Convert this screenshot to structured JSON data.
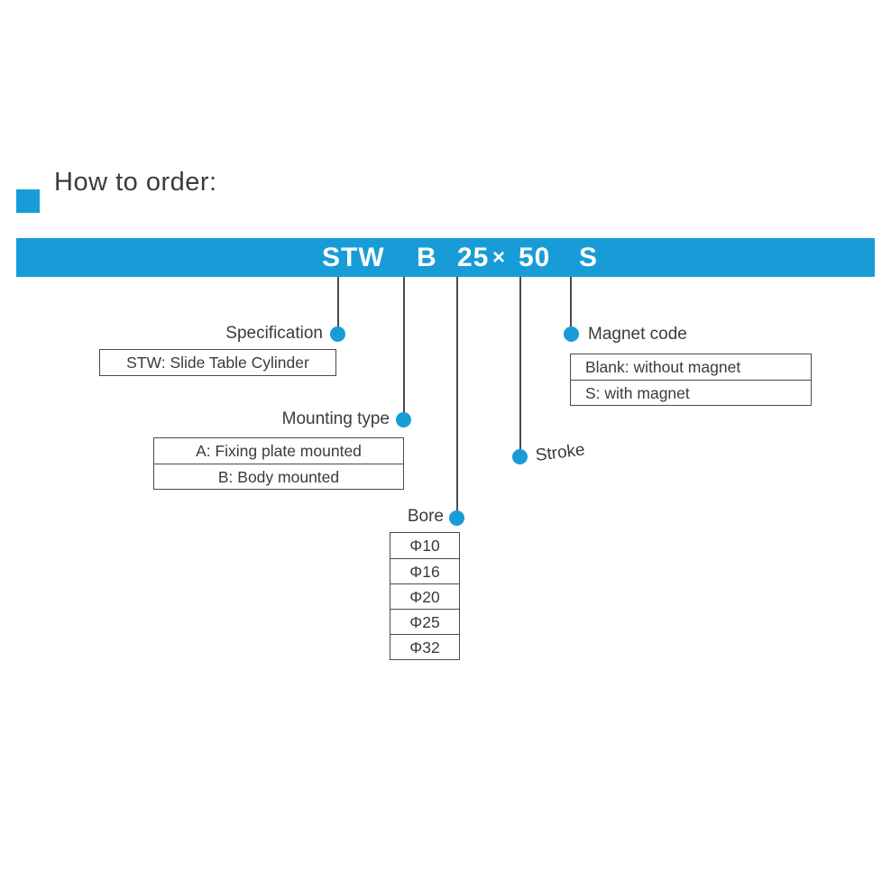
{
  "colors": {
    "accent": "#189cd8",
    "text": "#3b3b3b",
    "bar_text": "#ffffff"
  },
  "title": "How to order:",
  "code_bar": {
    "segments": [
      {
        "id": "series",
        "text": "STW"
      },
      {
        "id": "mounting",
        "text": "B"
      },
      {
        "id": "bore",
        "text": "25"
      },
      {
        "id": "times",
        "text": "×"
      },
      {
        "id": "stroke",
        "text": "50"
      },
      {
        "id": "magnet",
        "text": "S"
      }
    ]
  },
  "callouts": {
    "specification": {
      "label": "Specification",
      "rows": [
        "STW: Slide Table Cylinder"
      ]
    },
    "mounting": {
      "label": "Mounting type",
      "rows": [
        "A: Fixing plate mounted",
        "B: Body mounted"
      ]
    },
    "bore": {
      "label": "Bore",
      "rows": [
        "Φ10",
        "Φ16",
        "Φ20",
        "Φ25",
        "Φ32"
      ]
    },
    "stroke": {
      "label": "Stroke"
    },
    "magnet": {
      "label": "Magnet code",
      "rows": [
        "Blank: without magnet",
        "S: with magnet"
      ]
    }
  }
}
